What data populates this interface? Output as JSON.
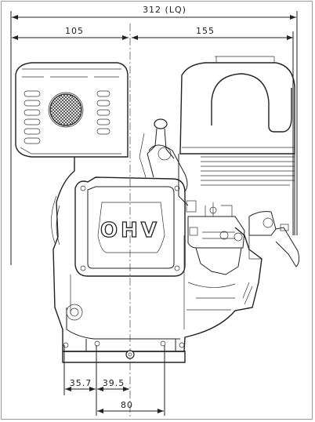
{
  "dimensions": {
    "overall_length": "312 (LQ)",
    "left_width": "105",
    "right_width": "155",
    "bolt_offset_left": "35.7",
    "bolt_offset_right": "39.5",
    "bolt_spacing": "80"
  },
  "labels": {
    "rocker_cover": "OHV"
  }
}
